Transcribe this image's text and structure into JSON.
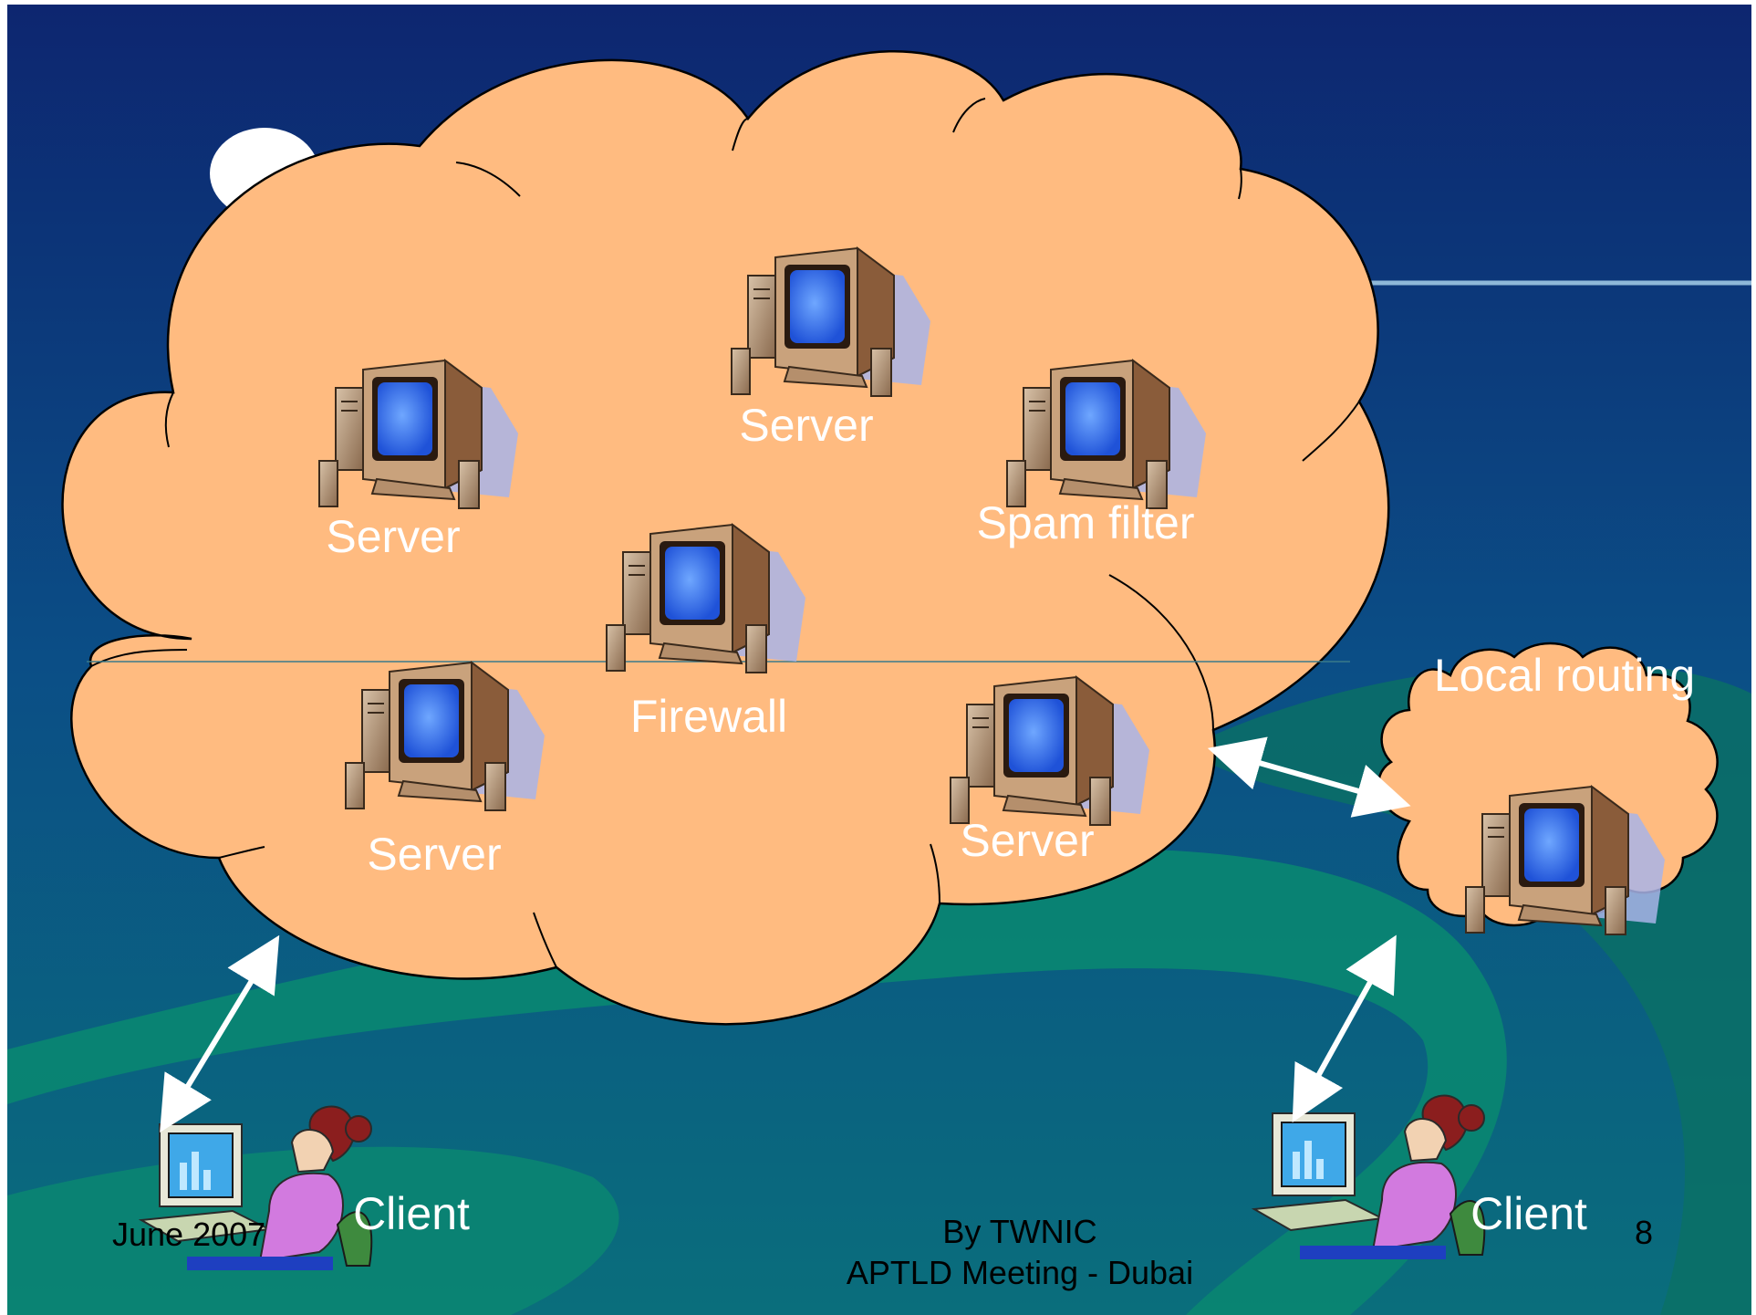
{
  "nodes": {
    "server_top": "Server",
    "server_left": "Server",
    "spam_filter": "Spam filter",
    "firewall": "Firewall",
    "server_bottom_left": "Server",
    "server_bottom_right": "Server",
    "local_routing": "Local routing",
    "client_left": "Client",
    "client_right": "Client"
  },
  "footer": {
    "date": "June 2007",
    "author": "By  TWNIC",
    "event": "APTLD Meeting - Dubai",
    "page_number": "8"
  },
  "colors": {
    "cloud_fill": "#FFBB80",
    "background_top": "#0F2A6E",
    "background_bottom": "#0A7F74",
    "swirl": "#0A8572",
    "label_text": "#FFFFFF",
    "footer_text": "#000000"
  }
}
